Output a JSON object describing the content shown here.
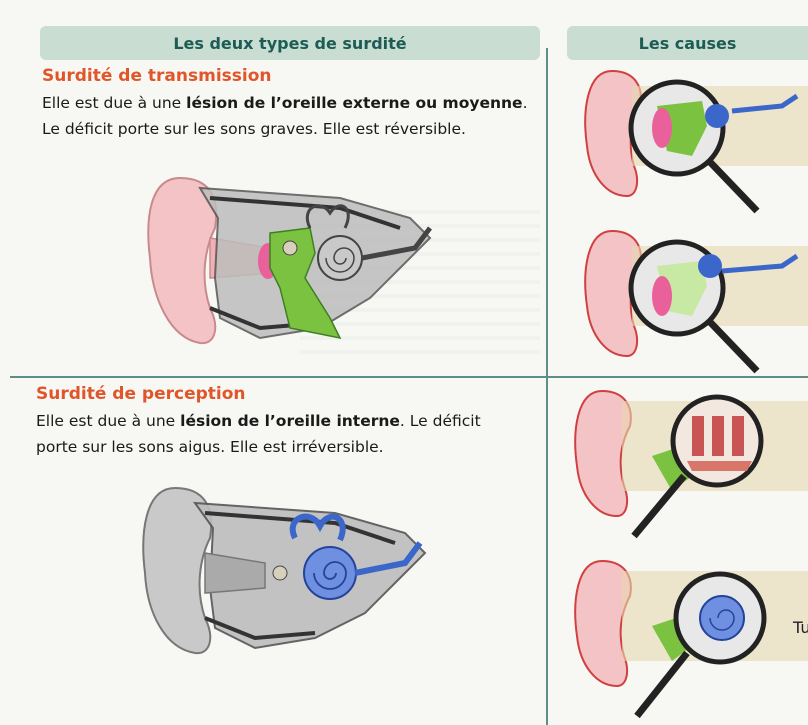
{
  "headers": {
    "left": "Les deux types de surdité",
    "right": "Les causes"
  },
  "transmission": {
    "title": "Surdité de transmission",
    "line1_pre": "Elle est due à une ",
    "line1_bold": "lésion de l’oreille externe ou moyenne",
    "line1_post": ".",
    "line2": "Le déficit porte sur les sons graves. Elle est réversible."
  },
  "perception": {
    "title": "Surdité de perception",
    "line1_pre": "Elle est due à une ",
    "line1_bold": "lésion de l’oreille interne",
    "line1_post": ". Le déficit",
    "line2": "porte sur les sons aigus. Elle est irréversible."
  },
  "right_fragment": "Tu",
  "colors": {
    "accent_title": "#e0562a",
    "header_bg": "#c9ddd3",
    "header_text": "#1d5c54",
    "rule": "#5e8f86",
    "lesion_green": "#7cc241",
    "lesion_pink": "#e9609a",
    "inner_ear_blue": "#3a67c9"
  },
  "icons": {
    "ear_transmission": "ear-diagram-transmission",
    "ear_perception": "ear-diagram-perception",
    "magnifier": "magnifier-icon"
  }
}
